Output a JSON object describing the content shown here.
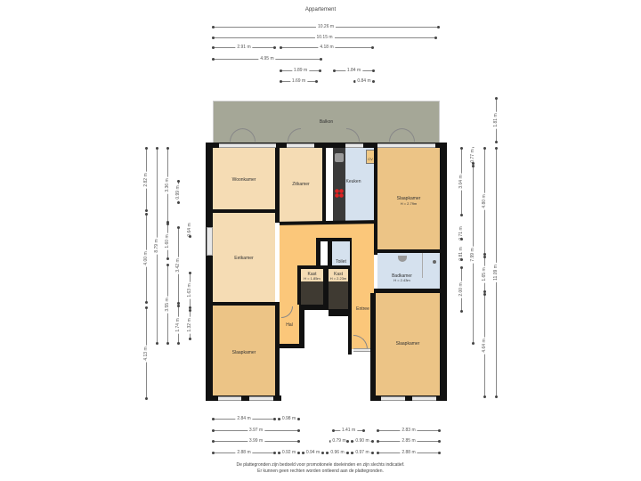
{
  "title": "Appartement",
  "colors": {
    "balcony": "#a5a797",
    "living_light": "#f5dcb4",
    "bedroom": "#ecc486",
    "hallway": "#fbc77a",
    "kitchen_bath": "#d5e1ee",
    "storage_dark": "#3f3a32",
    "wall": "#111111"
  },
  "rooms": {
    "balkon": {
      "name": "Balkon"
    },
    "woonkamer": {
      "name": "Woonkamer"
    },
    "zitkamer": {
      "name": "Zitkamer"
    },
    "keuken": {
      "name": "Keuken"
    },
    "slaapkamer_ne": {
      "name": "Slaapkamer",
      "height": "H = 2.79m"
    },
    "eetkamer": {
      "name": "Eetkamer"
    },
    "toilet": {
      "name": "Toilet"
    },
    "kast1": {
      "name": "Kast",
      "height": "H = 1.85m"
    },
    "kast2": {
      "name": "Kast",
      "height": "H = 2.23m"
    },
    "badkamer": {
      "name": "Badkamer",
      "height": "H = 2.43m"
    },
    "entree": {
      "name": "Entree"
    },
    "hal": {
      "name": "Hal"
    },
    "slaapkamer_sw": {
      "name": "Slaapkamer"
    },
    "slaapkamer_se": {
      "name": "Slaapkamer"
    },
    "cv": {
      "name": "CV"
    }
  },
  "dimensions": {
    "top": [
      "10.26 m",
      "10.15 m",
      "2.91 m",
      "4.18 m",
      "4.95 m",
      "1.89 m",
      "1.84 m",
      "1.69 m",
      "0.84 m"
    ],
    "left": [
      "2.82 m",
      "4.00 m",
      "4.13 m",
      "8.79 m",
      "3.36 m",
      "1.60 m",
      "3.55 m",
      "0.99 m",
      "3.42 m",
      "1.74 m",
      "0.64 m",
      "1.63 m",
      "1.32 m"
    ],
    "right": [
      "1.81 m",
      "3.04 m",
      "0.81 m",
      "0.71 m",
      "2.00 m",
      "0.77 m",
      "7.99 m",
      "4.80 m",
      "1.65 m",
      "4.64 m",
      "11.09 m"
    ],
    "bottom": [
      "2.84 m",
      "0.98 m",
      "3.97 m",
      "1.41 m",
      "2.83 m",
      "3.99 m",
      "0.79 m",
      "0.90 m",
      "2.85 m",
      "2.88 m",
      "0.92 m",
      "0.94 m",
      "0.96 m",
      "0.97 m",
      "2.88 m"
    ]
  },
  "footer": {
    "line1": "De plattegronden zijn bedoeld voor promotionele doeleinden en zijn slechts indicatief.",
    "line2": "Er kunnen geen rechten worden ontleend aan de plattegronden."
  }
}
